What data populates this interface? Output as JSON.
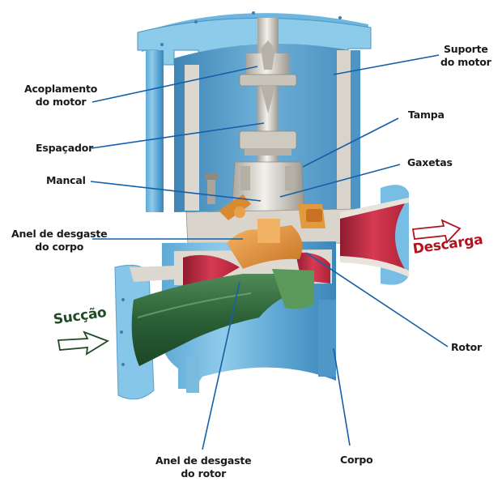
{
  "title": "Bomba centrífuga vertical in-line — vista em corte",
  "labels": {
    "suporte_motor": [
      "Suporte",
      "do motor"
    ],
    "acoplamento_motor": [
      "Acoplamento",
      "do motor"
    ],
    "tampa": "Tampa",
    "espacador": "Espaçador",
    "gaxetas": "Gaxetas",
    "mancal": "Mancal",
    "anel_corpo": [
      "Anel de desgaste",
      "do corpo"
    ],
    "rotor": "Rotor",
    "anel_rotor": [
      "Anel de desgaste",
      "do rotor"
    ],
    "corpo": "Corpo"
  },
  "flow": {
    "suction": "Sucção",
    "discharge": "Descarga"
  },
  "colors": {
    "casing_blue": "#7cc0e4",
    "casing_dark": "#3d86b8",
    "casing_light": "#b9dff2",
    "leader_line": "#1560a8",
    "discharge_red": "#c42a44",
    "suction_green": "#2f6b3c",
    "rotor_orange": "#e39a3e",
    "steel": "#d8d4cc",
    "discharge_text": "#b3121f",
    "suction_text": "#1f4a24"
  }
}
